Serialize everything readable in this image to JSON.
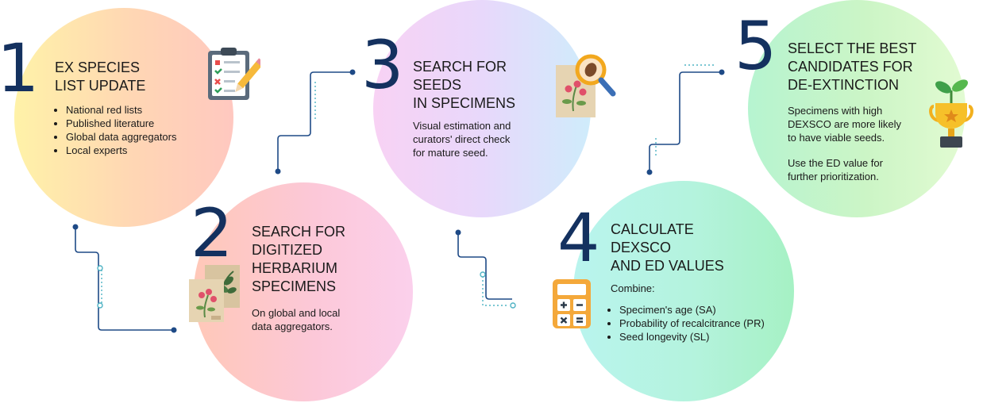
{
  "steps": [
    {
      "number": "1",
      "title_lines": [
        "EX SPECIES",
        "LIST UPDATE"
      ],
      "bullets": [
        "National red lists",
        "Published literature",
        "Global data aggregators",
        "Local experts"
      ]
    },
    {
      "number": "2",
      "title_lines": [
        "SEARCH FOR",
        "DIGITIZED",
        "HERBARIUM",
        "SPECIMENS"
      ],
      "text_lines": [
        "On global and local",
        "data aggregators."
      ]
    },
    {
      "number": "3",
      "title_lines": [
        "SEARCH FOR",
        "SEEDS",
        "IN SPECIMENS"
      ],
      "text_lines": [
        "Visual estimation and",
        "curators' direct check",
        "for mature seed."
      ]
    },
    {
      "number": "4",
      "title_lines": [
        "CALCULATE",
        "DEXSCO",
        "AND ED VALUES"
      ],
      "intro": "Combine:",
      "bullets": [
        "Specimen's age (SA)",
        "Probability of recalcitrance (PR)",
        "Seed longevity (SL)"
      ]
    },
    {
      "number": "5",
      "title_lines": [
        "SELECT THE BEST",
        "CANDIDATES FOR",
        "DE-EXTINCTION"
      ],
      "text_lines": [
        "Specimens with high",
        "DEXSCO are more likely",
        "to have viable seeds."
      ],
      "text2_lines": [
        "Use the ED value for",
        "further prioritization."
      ]
    }
  ],
  "icons": [
    "clipboard-checklist-icon",
    "herbarium-specimens-icon",
    "specimen-magnifier-icon",
    "calculator-icon",
    "trophy-plant-icon"
  ],
  "colors": {
    "number": "#14315f",
    "connector": "#1e4a86",
    "connector_light": "#4fb3c4"
  }
}
